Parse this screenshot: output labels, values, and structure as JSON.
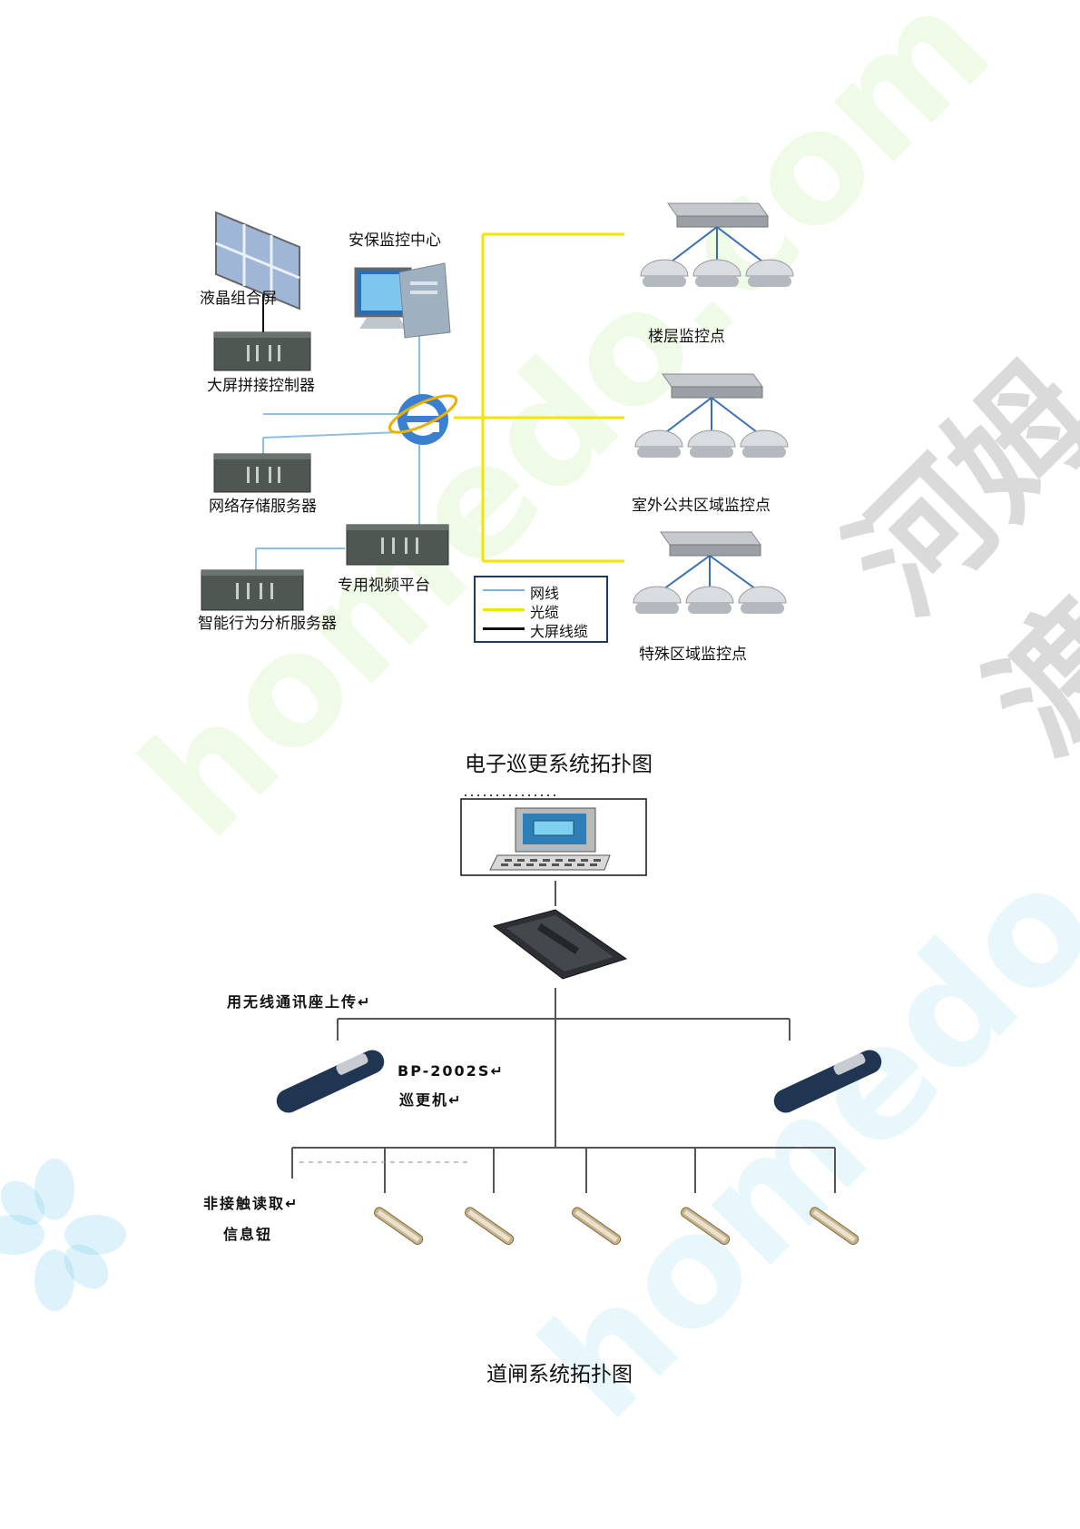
{
  "diagram1": {
    "center_label": "安保监控中心",
    "lcd_wall_label": "液晶组合屏",
    "splice_controller_label": "大屏拼接控制器",
    "storage_server_label": "网络存储服务器",
    "video_platform_label": "专用视频平台",
    "behavior_server_label": "智能行为分析服务器",
    "floor_point_label": "楼层监控点",
    "outdoor_point_label": "室外公共区域监控点",
    "special_point_label": "特殊区域监控点",
    "legend": {
      "network": "网线",
      "fiber": "光缆",
      "screen_cable": "大屏线缆"
    },
    "colors": {
      "network": "#7fb3d9",
      "fiber": "#f2e600",
      "screen_cable": "#111111"
    }
  },
  "captions": {
    "patrol": "电子巡更系统拓扑图",
    "gate": "道闸系统拓扑图"
  },
  "diagram2": {
    "upload_label": "用无线通讯座上传↵",
    "device_model": "BP-2002S↵",
    "device_name": "巡更机↵",
    "read_label_line1": "非接触读取↵",
    "read_label_line2": "信息钮"
  },
  "watermark": {
    "text1": "homedo.com",
    "text2": "河姆渡"
  }
}
